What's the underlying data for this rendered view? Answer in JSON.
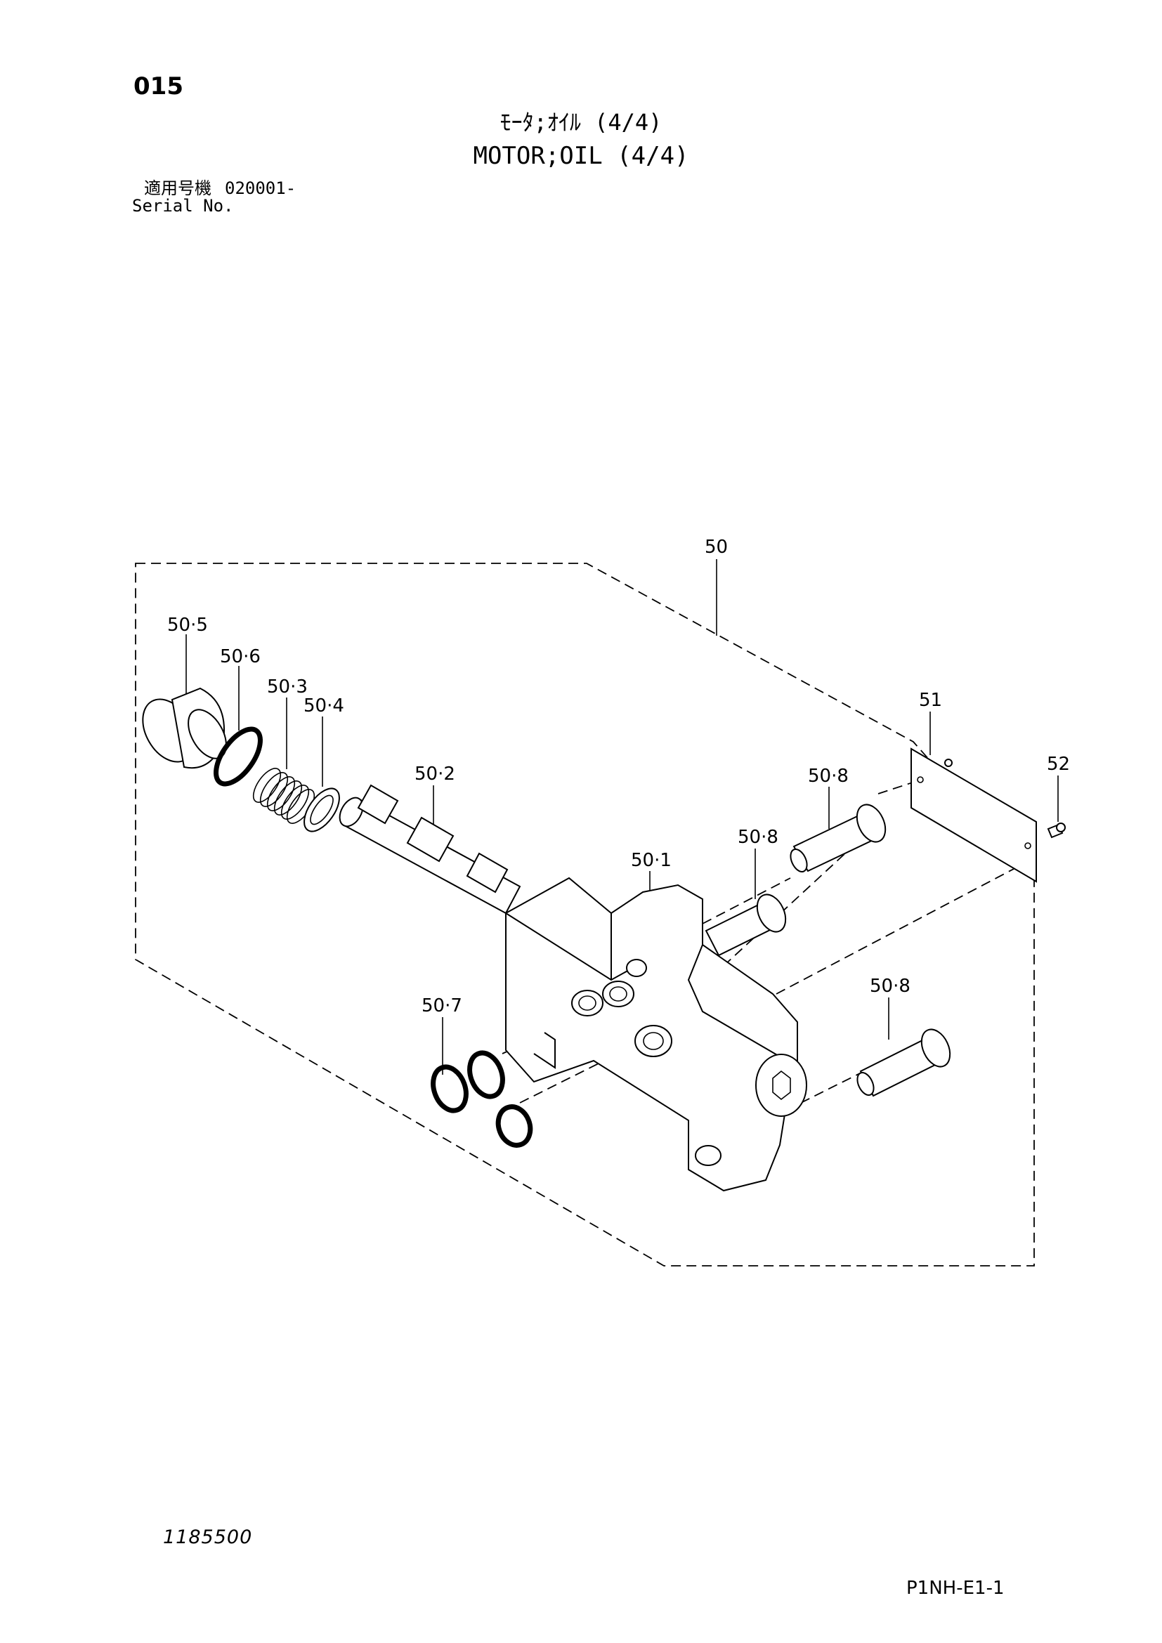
{
  "header": {
    "page_number": "015",
    "title_jp": "ﾓｰﾀ;ｵｲﾙ (4/4)",
    "title_en": "MOTOR;OIL (4/4)",
    "serial_label_jp": "適用号機",
    "serial_number": "020001-",
    "serial_label_en": "Serial No."
  },
  "callouts": {
    "c50": "50",
    "c50_5": "50·5",
    "c50_6": "50·6",
    "c50_3": "50·3",
    "c50_4": "50·4",
    "c50_2": "50·2",
    "c50_1": "50·1",
    "c50_7": "50·7",
    "c50_8a": "50·8",
    "c50_8b": "50·8",
    "c50_8c": "50·8",
    "c51": "51",
    "c52": "52"
  },
  "footer": {
    "document_number": "1185500",
    "drawing_code": "P1NH-E1-1"
  }
}
